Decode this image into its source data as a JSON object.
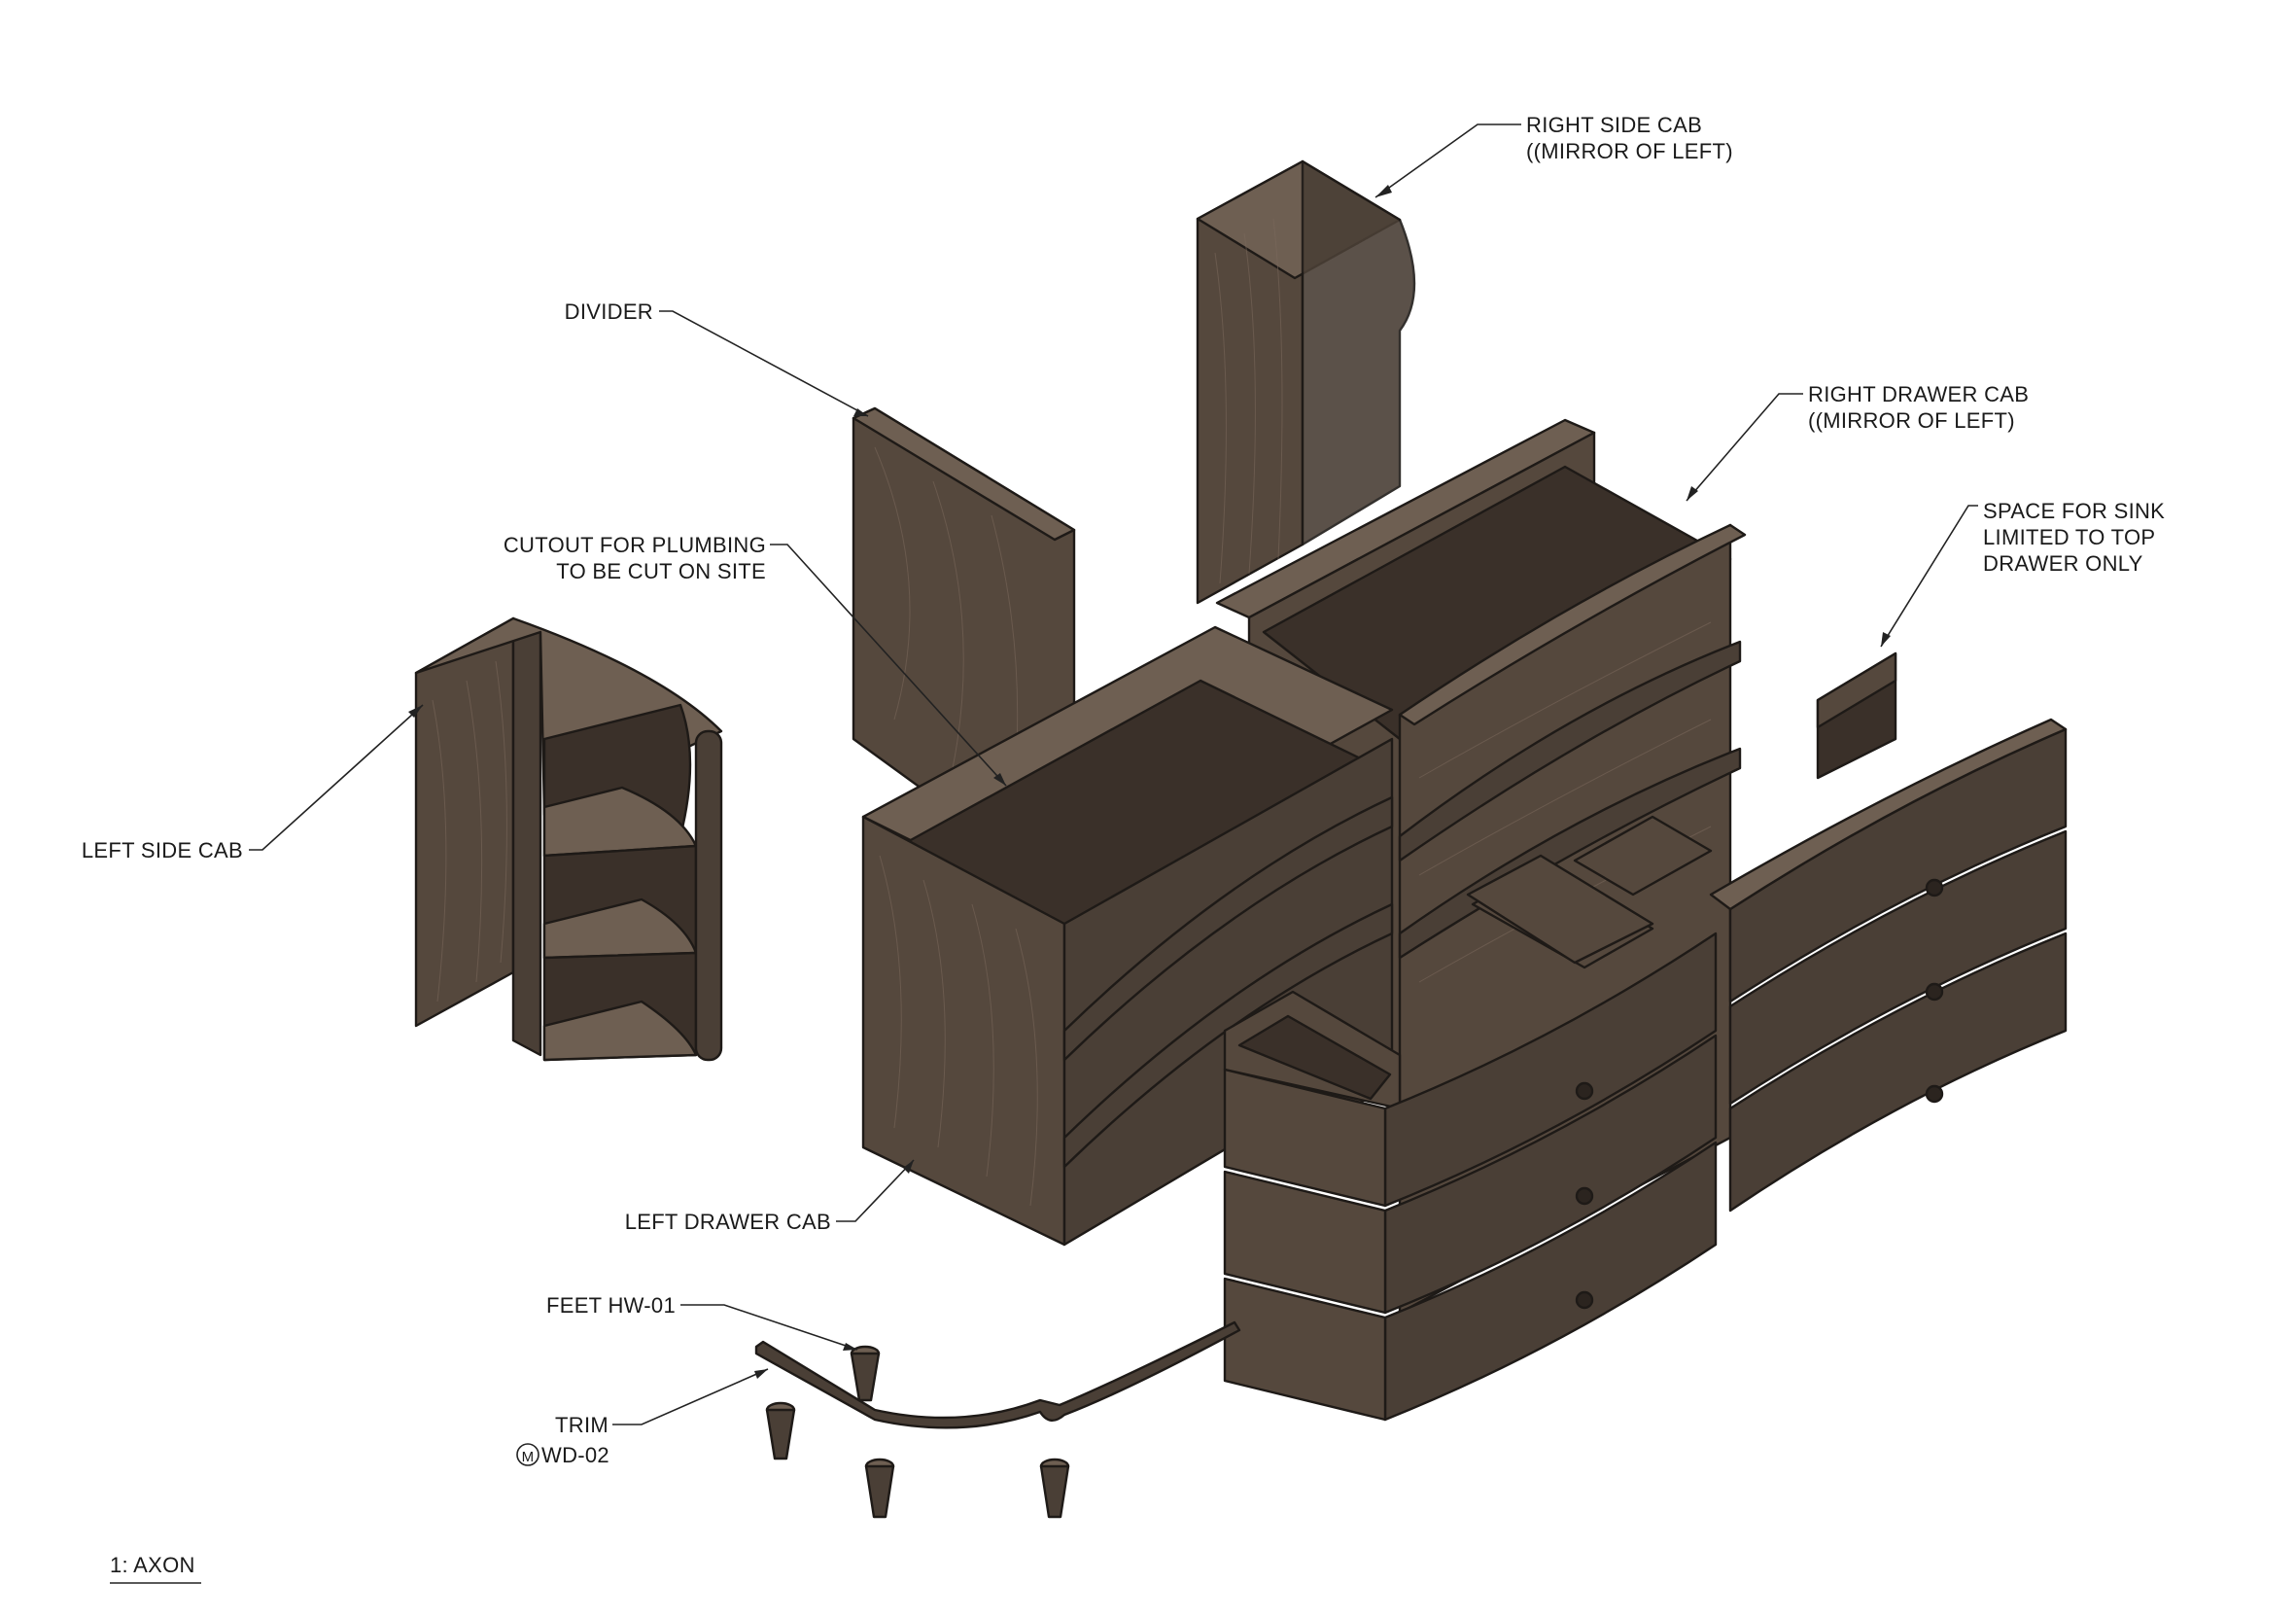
{
  "labels": {
    "right_side_cab": [
      "RIGHT SIDE CAB",
      "((MIRROR OF LEFT)"
    ],
    "divider": "DIVIDER",
    "right_drawer_cab": [
      "RIGHT DRAWER CAB",
      "((MIRROR OF LEFT)"
    ],
    "cutout": [
      "CUTOUT FOR PLUMBING",
      "TO BE CUT ON SITE"
    ],
    "sink_space": [
      "SPACE FOR SINK",
      "LIMITED TO TOP",
      "DRAWER ONLY"
    ],
    "left_side_cab": "LEFT SIDE CAB",
    "left_drawer_cab": "LEFT DRAWER CAB",
    "feet": "FEET HW-01",
    "trim": "TRIM",
    "trim_tag_symbol": "M",
    "trim_tag": "WD-02",
    "view_title": "1: AXON"
  },
  "colors": {
    "wood_top": "#6e5f52",
    "wood_side": "#55483d",
    "wood_front": "#4a3f36",
    "wood_dark": "#2b241f",
    "line": "#1e1a17"
  }
}
